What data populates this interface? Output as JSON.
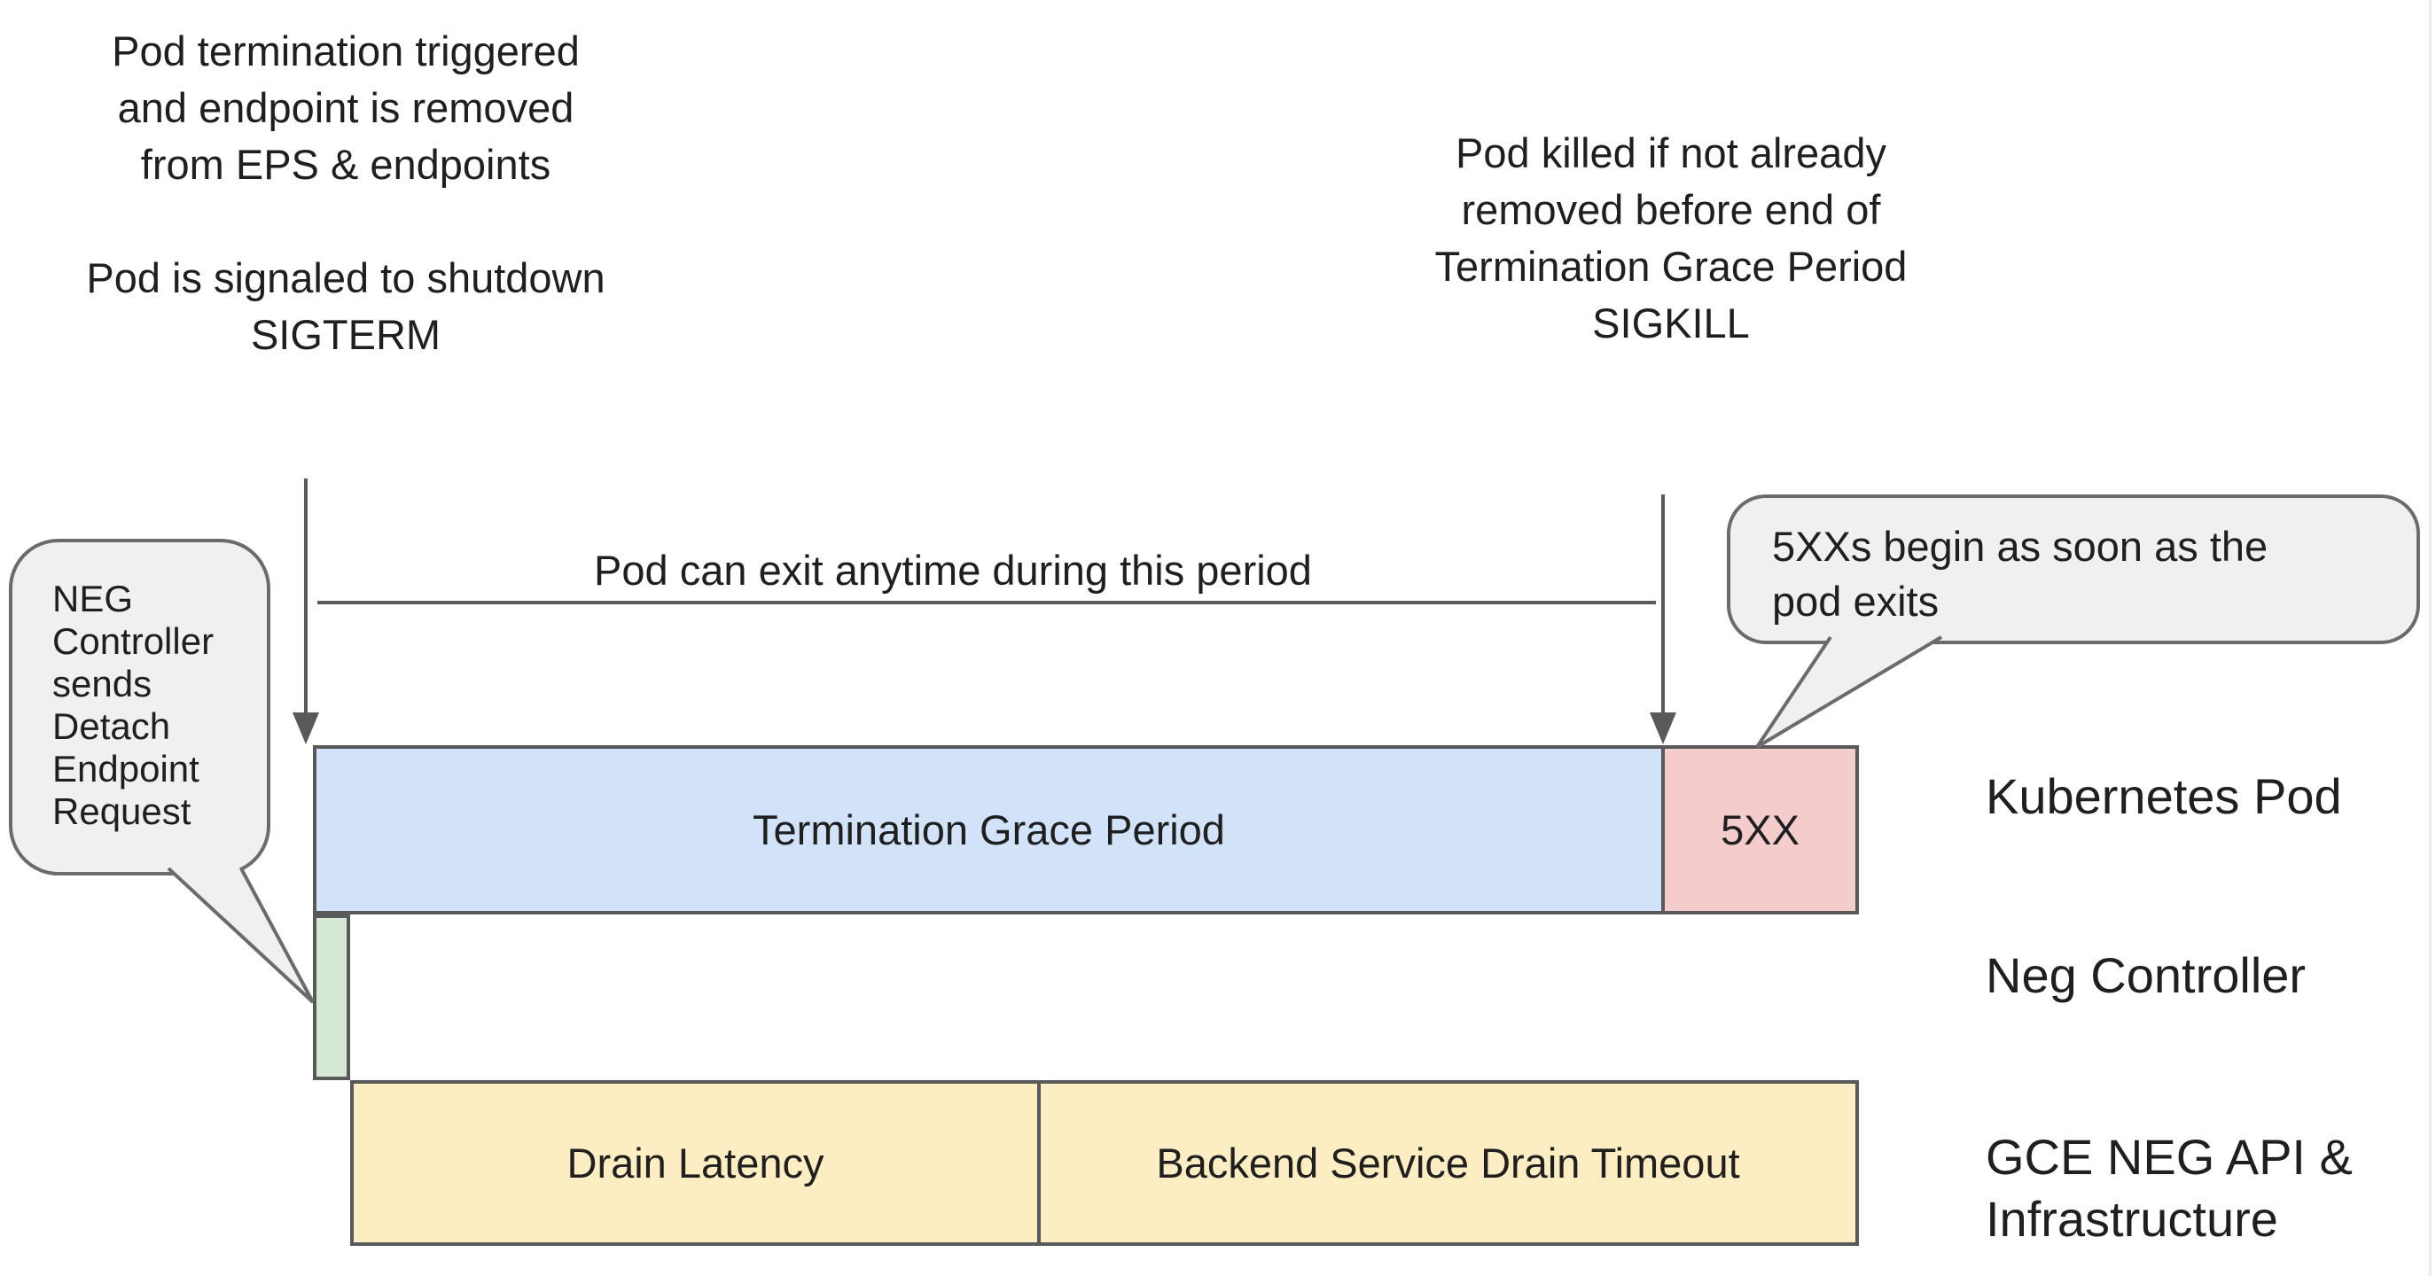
{
  "colors": {
    "blue": "#d2e2f9",
    "pink": "#f5cccc",
    "green": "#d4e8d4",
    "yellow": "#fceec2",
    "bar_border": "#595959",
    "bubble_fill": "#f0f0f0",
    "bubble_border": "#6b6b6b",
    "arrow": "#595959",
    "ink": "#1f1f1f"
  },
  "annotations": {
    "pod_termination": {
      "lines": [
        "Pod termination triggered",
        "and endpoint is removed",
        "from EPS & endpoints"
      ]
    },
    "pod_signaled": {
      "lines": [
        "Pod is signaled to shutdown",
        "SIGTERM"
      ]
    },
    "pod_killed": {
      "lines": [
        "Pod killed if not already",
        "removed before end of",
        "Termination Grace Period",
        "SIGKILL"
      ]
    },
    "pod_can_exit": "Pod can exit anytime during this period"
  },
  "bubbles": {
    "neg_controller": {
      "lines": [
        "NEG",
        "Controller",
        "sends",
        "Detach",
        "Endpoint",
        "Request"
      ]
    },
    "five_xx_begin": {
      "lines": [
        "5XXs begin as soon as the",
        "pod exits"
      ]
    }
  },
  "timeline": {
    "termination_grace_period": "Termination Grace Period",
    "five_xx": "5XX",
    "drain_latency": "Drain Latency",
    "backend_service_drain_timeout": "Backend Service Drain Timeout"
  },
  "row_labels": {
    "kubernetes_pod": "Kubernetes Pod",
    "neg_controller": "Neg Controller",
    "gce_neg_api": {
      "lines": [
        "GCE NEG API &",
        "Infrastructure"
      ]
    }
  }
}
